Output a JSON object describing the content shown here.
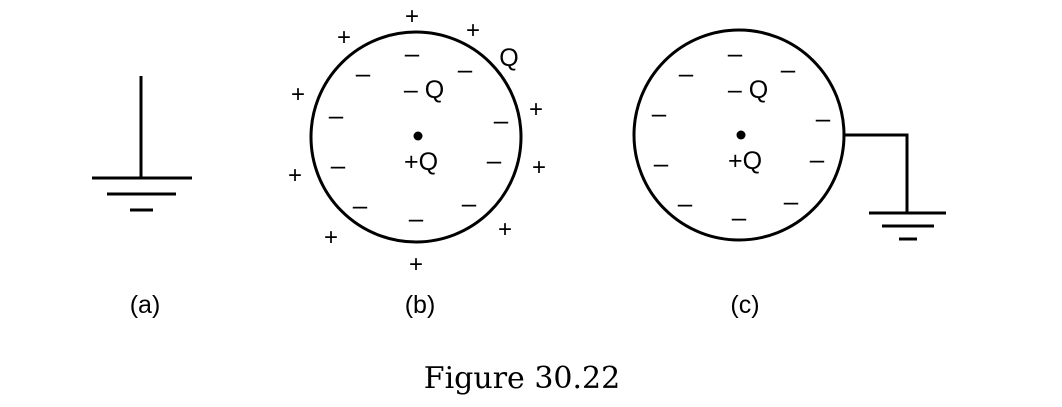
{
  "panels": {
    "a": {
      "label": "(a)"
    },
    "b": {
      "label": "(b)",
      "outer_charge_label": "Q",
      "inner_negative_label": "– Q",
      "center_charge_label": "+Q",
      "outer_sign": "+",
      "inner_sign": "–"
    },
    "c": {
      "label": "(c)",
      "inner_negative_label": "– Q",
      "center_charge_label": "+Q",
      "inner_sign": "–"
    }
  },
  "caption": "Figure 30.22"
}
